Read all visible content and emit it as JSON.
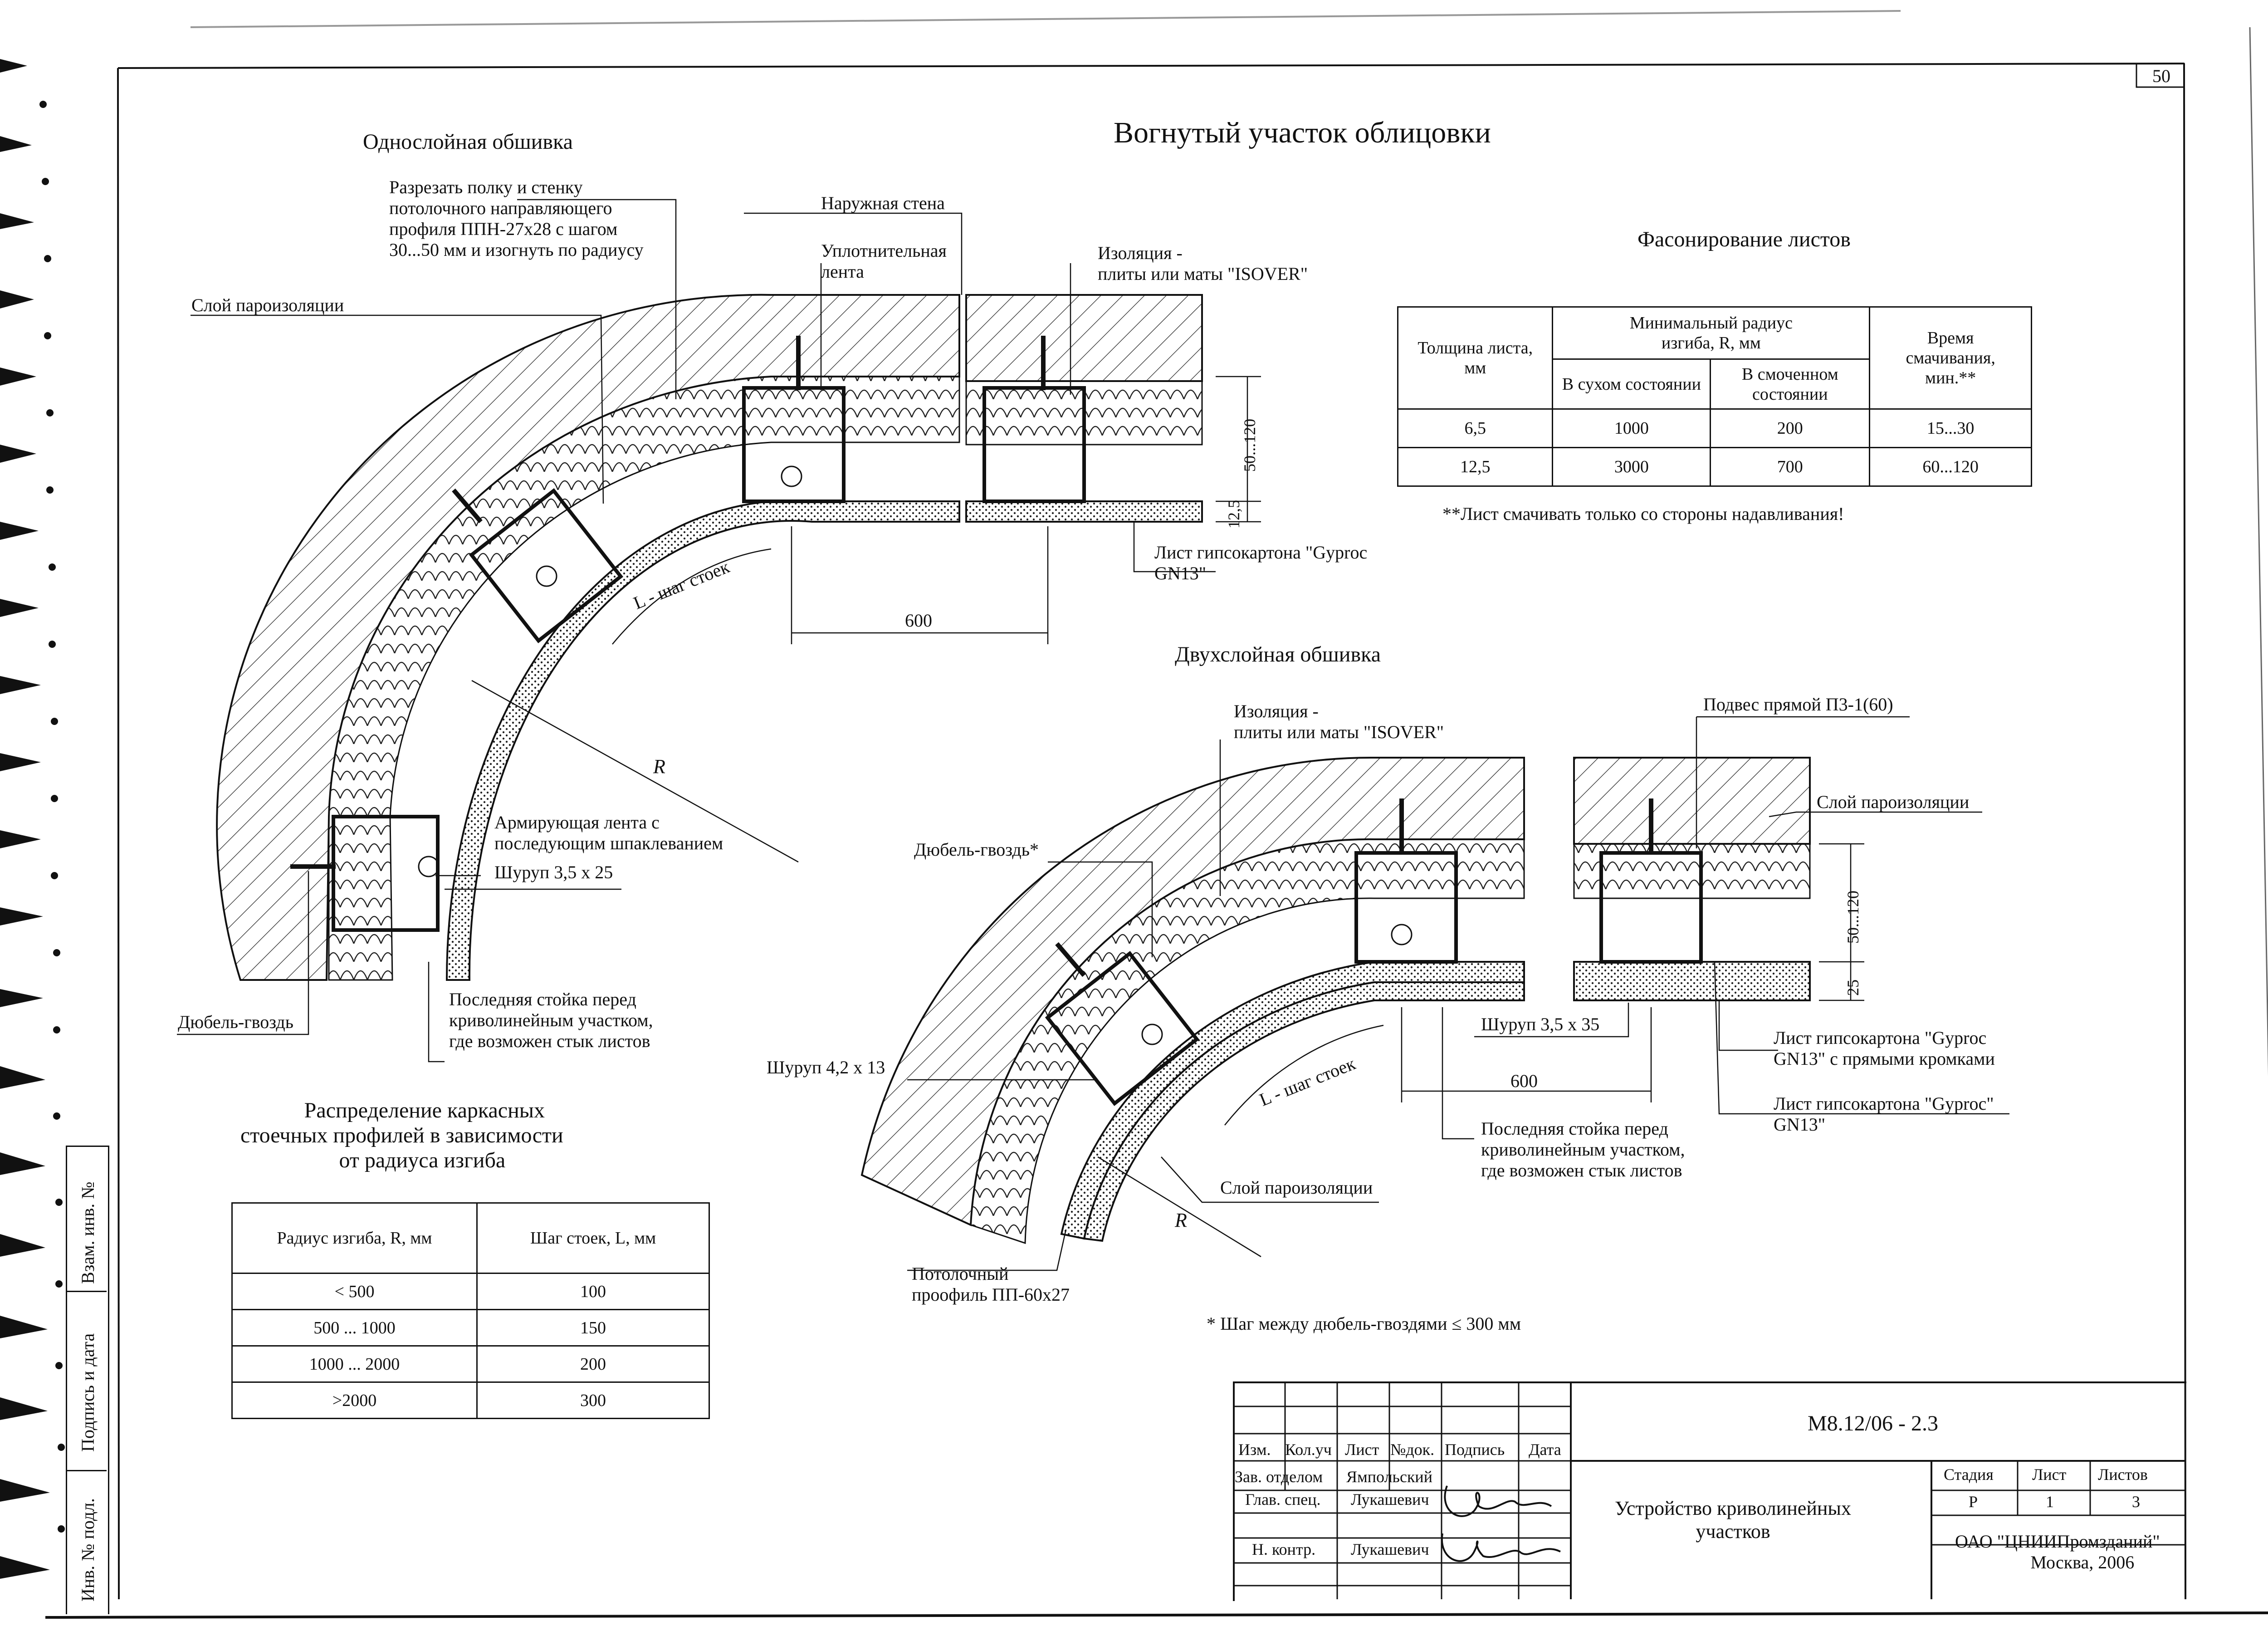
{
  "page_number": "50",
  "main_title": "Вогнутый участок облицовки",
  "single": {
    "title": "Однослойная обшивка",
    "cut_note": [
      "Разрезать полку и стенку",
      "потолочного направляющего",
      "профиля ППН-27х28 с шагом",
      "30...50 мм и изогнуть по радиусу"
    ],
    "outer_wall": "Наружная стена",
    "seal_tape": [
      "Уплотнительная",
      "лента"
    ],
    "insulation": [
      "Изоляция -",
      "плиты или маты  \"ISOVER\""
    ],
    "vapor": "Слой пароизоляции",
    "gypsum": [
      "Лист гипсокартона \"Gyproc",
      "GN13\""
    ],
    "step": "L - шаг стоек",
    "dim_600": "600",
    "dim_50_120": "50...120",
    "dim_12_5": "12,5",
    "radius": "R",
    "tape": [
      "Армирующая лента с",
      "последующим шпаклеванием"
    ],
    "screw": "Шуруп 3,5 х 25",
    "dowel": "Дюбель-гвоздь",
    "last_stud": [
      "Последняя стойка перед",
      "криволинейным участком,",
      "где возможен стык листов"
    ]
  },
  "shaping": {
    "title": "Фасонирование листов",
    "headers": {
      "thickness": [
        "Толщина листа,",
        "мм"
      ],
      "min_radius": [
        "Минимальный радиус",
        "изгиба, R, мм"
      ],
      "dry": "В сухом состоянии",
      "wet": [
        "В смоченном",
        "состоянии"
      ],
      "time": [
        "Время",
        "смачивания,",
        "мин.**"
      ]
    },
    "rows": [
      {
        "thickness": "6,5",
        "dry": "1000",
        "wet": "200",
        "time": "15...30"
      },
      {
        "thickness": "12,5",
        "dry": "3000",
        "wet": "700",
        "time": "60...120"
      }
    ],
    "note": "**Лист смачивать только со стороны надавливания!"
  },
  "double": {
    "title": "Двухслойная обшивка",
    "insulation": [
      "Изоляция -",
      "плиты или маты  \"ISOVER\""
    ],
    "hanger": "Подвес прямой П3-1(60)",
    "vapor_right": "Слой пароизоляции",
    "dowel": "Дюбель-гвоздь*",
    "dim_50_120": "50...120",
    "dim_25": "25",
    "screw_35": "Шуруп 3,5 х 35",
    "gypsum_straight": [
      "Лист гипсокартона \"Gyproc",
      "GN13\" с прямыми кромками"
    ],
    "gypsum": [
      "Лист гипсокартона \"Gyproc\"",
      "GN13\""
    ],
    "screw_42": "Шуруп 4,2 х 13",
    "step": "L - шаг стоек",
    "dim_600": "600",
    "last_stud": [
      "Последняя стойка перед",
      "криволинейным участком,",
      "где возможен стык листов"
    ],
    "vapor_bottom": "Слой пароизоляции",
    "radius": "R",
    "ceiling_profile": [
      "Потолочный",
      "проофиль ПП-60х27"
    ],
    "footnote": "* Шаг между дюбель-гвоздями ≤ 300 мм"
  },
  "distribution": {
    "title": [
      "Распределение каркасных",
      "стоечных профилей в зависимости",
      "от радиуса изгиба"
    ],
    "headers": [
      "Радиус изгиба, R, мм",
      "Шаг стоек, L, мм"
    ],
    "rows": [
      [
        "< 500",
        "100"
      ],
      [
        "500 ... 1000",
        "150"
      ],
      [
        "1000 ... 2000",
        "200"
      ],
      [
        ">2000",
        "300"
      ]
    ]
  },
  "side_stamp": [
    "Взам. инв. №",
    "Подпись и дата",
    "Инв. № подл."
  ],
  "title_block": {
    "code": "М8.12/06 - 2.3",
    "cols": [
      "Изм.",
      "Кол.уч",
      "Лист",
      "№док.",
      "Подпись",
      "Дата"
    ],
    "roles": [
      {
        "role": "Зав. отделом",
        "name": "Ямпольский"
      },
      {
        "role": "Глав. спец.",
        "name": "Лукашевич"
      },
      {
        "role": "Н. контр.",
        "name": "Лукашевич"
      }
    ],
    "description": [
      "Устройство криволинейных",
      "участков"
    ],
    "stage_headers": [
      "Стадия",
      "Лист",
      "Листов"
    ],
    "stage_values": [
      "Р",
      "1",
      "3"
    ],
    "org": [
      "ОАО \"ЦНИИПромзданий\"",
      "Москва, 2006"
    ]
  }
}
